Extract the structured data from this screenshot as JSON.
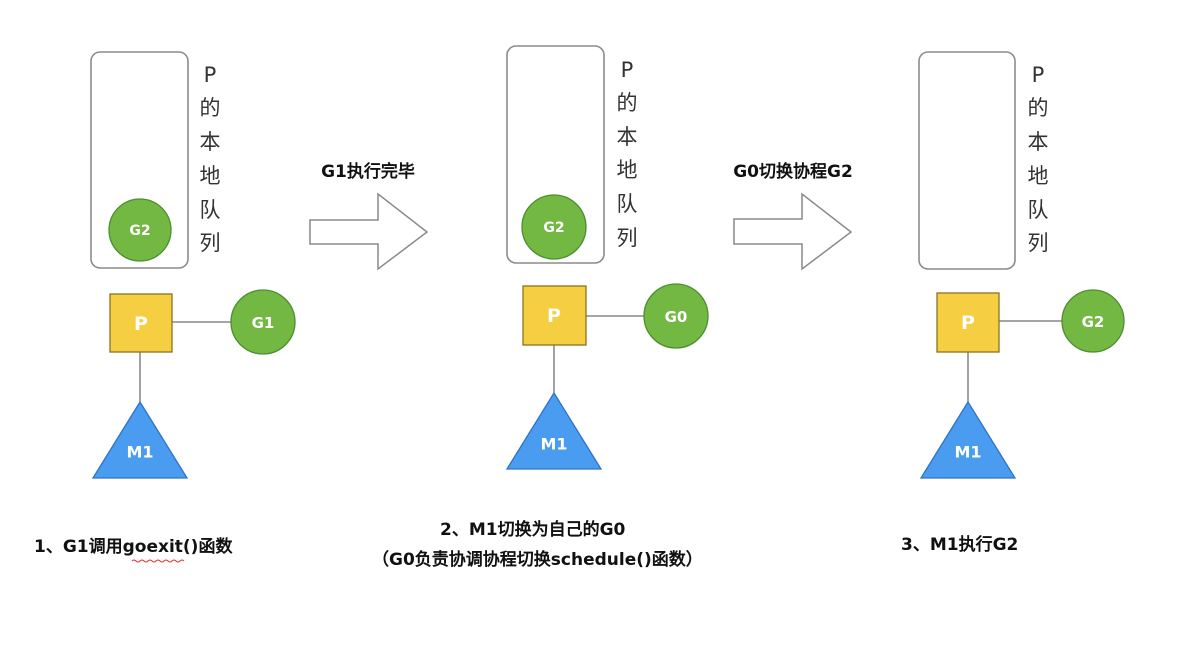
{
  "colors": {
    "p_fill": "#F5CE42",
    "g_fill": "#74B844",
    "m_fill": "#4A9CF0"
  },
  "panels": [
    {
      "queue_label_chars": [
        "P",
        "的",
        "本",
        "地",
        "队",
        "列"
      ],
      "queue_goroutine": "G2",
      "processor": "P",
      "running_goroutine": "G1",
      "machine": "M1",
      "caption_lines": [
        "1、G1调用goexit()函数"
      ]
    },
    {
      "queue_label_chars": [
        "P",
        "的",
        "本",
        "地",
        "队",
        "列"
      ],
      "queue_goroutine": "G2",
      "processor": "P",
      "running_goroutine": "G0",
      "machine": "M1",
      "caption_lines": [
        "2、M1切换为自己的G0",
        "（G0负责协调协程切换schedule()函数）"
      ]
    },
    {
      "queue_label_chars": [
        "P",
        "的",
        "本",
        "地",
        "队",
        "列"
      ],
      "queue_goroutine": "",
      "processor": "P",
      "running_goroutine": "G2",
      "machine": "M1",
      "caption_lines": [
        "3、M1执行G2"
      ]
    }
  ],
  "transitions": [
    {
      "label": "G1执行完毕"
    },
    {
      "label": "G0切换协程G2"
    }
  ]
}
